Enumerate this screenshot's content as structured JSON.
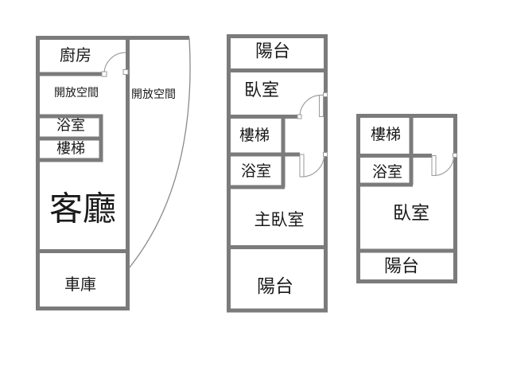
{
  "colors": {
    "background": "#ffffff",
    "wall": "#7b7b7b",
    "door_arc": "#a0a0a0",
    "text": "#1a1a1a"
  },
  "floors": [
    {
      "id": "floor-1",
      "rooms": {
        "kitchen": "廚房",
        "open_space_inner": "開放空間",
        "open_space_outer": "開放空間",
        "bathroom": "浴室",
        "stairs": "樓梯",
        "living_room": "客廳",
        "garage": "車庫"
      }
    },
    {
      "id": "floor-2",
      "rooms": {
        "balcony_front": "陽台",
        "bedroom": "臥室",
        "stairs": "樓梯",
        "bathroom": "浴室",
        "master_bedroom": "主臥室",
        "balcony_rear": "陽台"
      }
    },
    {
      "id": "floor-3",
      "rooms": {
        "stairs": "樓梯",
        "bathroom": "浴室",
        "bedroom": "臥室",
        "balcony": "陽台"
      }
    }
  ]
}
